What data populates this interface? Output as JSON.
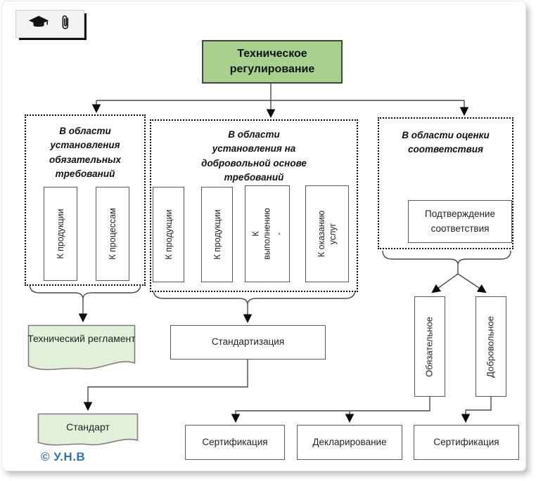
{
  "toolbar": {
    "icons": [
      {
        "name": "graduation-cap"
      },
      {
        "name": "paperclip"
      }
    ]
  },
  "colors": {
    "root_fill": "#a9d18e",
    "document_fill": "#e2efd9",
    "copyright_blue": "#2e75b6"
  },
  "diagram": {
    "root_label": "Техническое регулирование",
    "groups": [
      {
        "label": "В области\nустановления\nобязательных\nтребований",
        "items": [
          "К продукции",
          "К процессам"
        ],
        "result": "Технический регламент"
      },
      {
        "label": "В области\nустановления на\nдобровольной основе\nтребований",
        "items": [
          "К продукции",
          "К продукции",
          "К\nвыполнению\n-",
          "К оказанию\nуслуг"
        ],
        "result": "Стандартизация"
      },
      {
        "label": "В области оценки\nсоответствия",
        "items": [
          "Подтверждение\nсоответствия"
        ],
        "children": [
          "Обязательное",
          "Добровольное"
        ]
      }
    ],
    "standard_label": "Стандарт",
    "bottom_row": [
      "Сертификация",
      "Декларирование",
      "Сертификация"
    ],
    "copyright": "© У.Н.В"
  }
}
